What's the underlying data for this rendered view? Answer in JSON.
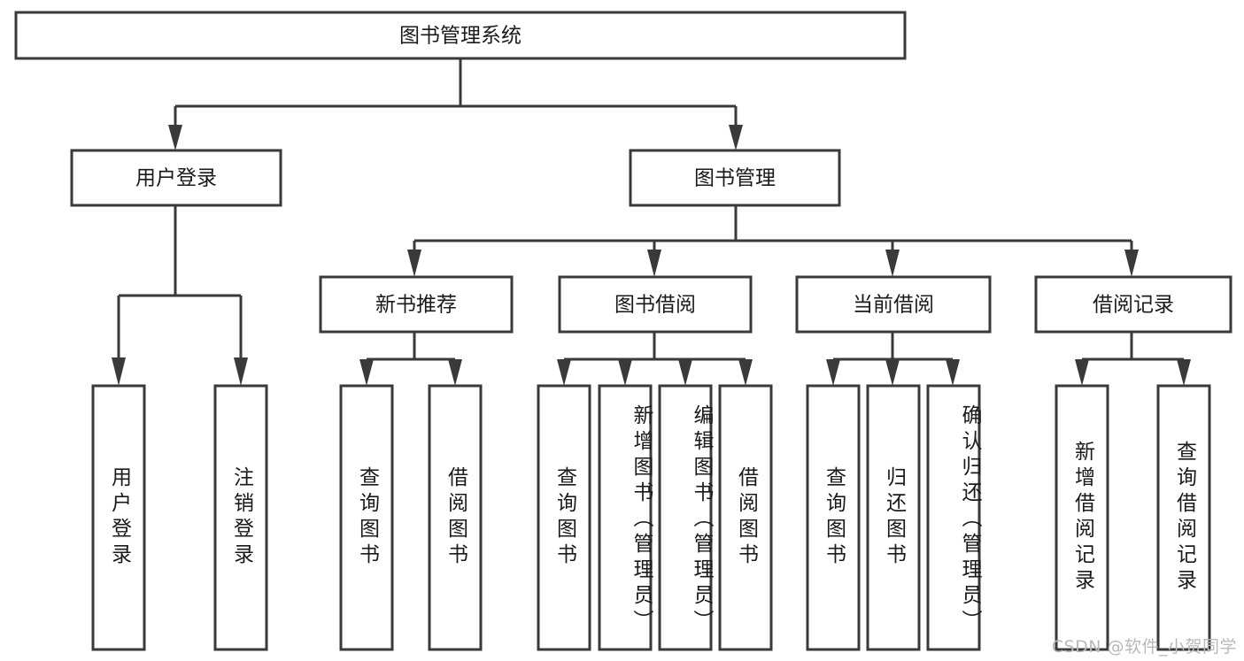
{
  "diagram": {
    "title": "图书管理系统",
    "type": "tree",
    "watermark": "CSDN @软件_小贺同学",
    "colors": {
      "stroke": "#3a3a3a",
      "fill": "#ffffff",
      "text": "#1a1a1a",
      "watermark": "#b9b9b9"
    },
    "root": {
      "label": "图书管理系统"
    },
    "level2": [
      {
        "label": "用户登录"
      },
      {
        "label": "图书管理"
      }
    ],
    "level3": [
      {
        "label": "新书推荐"
      },
      {
        "label": "图书借阅"
      },
      {
        "label": "当前借阅"
      },
      {
        "label": "借阅记录"
      }
    ],
    "leaves_user_login": [
      {
        "label": "用户登录"
      },
      {
        "label": "注销登录"
      }
    ],
    "leaves_new_books": [
      {
        "label": "查询图书"
      },
      {
        "label": "借阅图书"
      }
    ],
    "leaves_borrow": [
      {
        "label": "查询图书"
      },
      {
        "label": "新增图书（管理员）"
      },
      {
        "label": "编辑图书（管理员）"
      },
      {
        "label": "借阅图书"
      }
    ],
    "leaves_current": [
      {
        "label": "查询图书"
      },
      {
        "label": "归还图书"
      },
      {
        "label": "确认归还（管理员）"
      }
    ],
    "leaves_records": [
      {
        "label": "新增借阅记录"
      },
      {
        "label": "查询借阅记录"
      }
    ]
  }
}
